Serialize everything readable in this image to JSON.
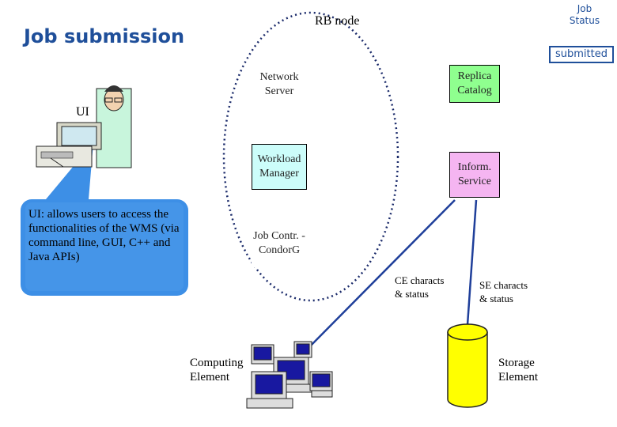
{
  "title": "Job submission",
  "status": {
    "heading": "Job Status",
    "value": "submitted"
  },
  "rb_node": {
    "label": "RB node"
  },
  "components": {
    "network_server": "Network Server",
    "replica_catalog": "Replica Catalog",
    "workload_manager": "Workload Manager",
    "inform_service": "Inform. Service",
    "job_controller": "Job Contr. - CondorG"
  },
  "ui": {
    "label": "UI",
    "callout": "UI: allows users to access the functionalities of the WMS (via command line, GUI, C++ and Java APIs)"
  },
  "ce_status": "CE characts & status",
  "se_status": "SE characts & status",
  "computing_element": "Computing Element",
  "storage_element": "Storage Element",
  "colors": {
    "title": "#1f4f9a",
    "callout": "#3d8fe6",
    "replica_catalog": "#8fff8f",
    "workload_manager": "#ccfdfa",
    "inform_service": "#f5b5f1",
    "storage": "#ffff00"
  }
}
